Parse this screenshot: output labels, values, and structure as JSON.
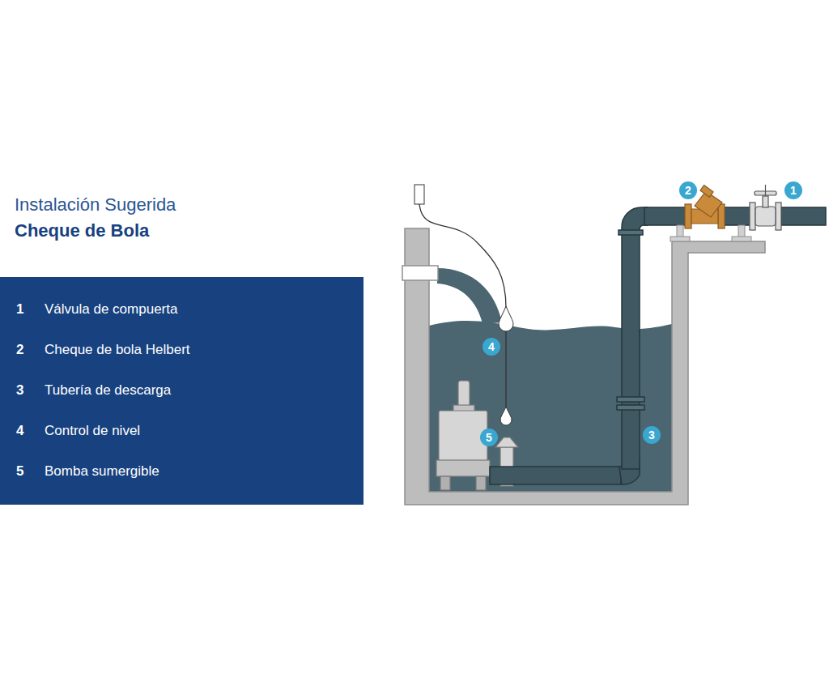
{
  "diagram": {
    "title": "Instalación Sugerida",
    "nodes": [
      {
        "text": [
          "1",
          "Válvula de compuerta",
          "2",
          "Cheque de bola Helbert",
          "3",
          "Tubería de descarga",
          "4",
          "Control de nivel",
          "5",
          "Bomba sumergible"
        ]
      }
    ],
    "labels": [
      "Cheque de Bola",
      "1",
      "2",
      "3",
      "4",
      "5"
    ]
  }
}
